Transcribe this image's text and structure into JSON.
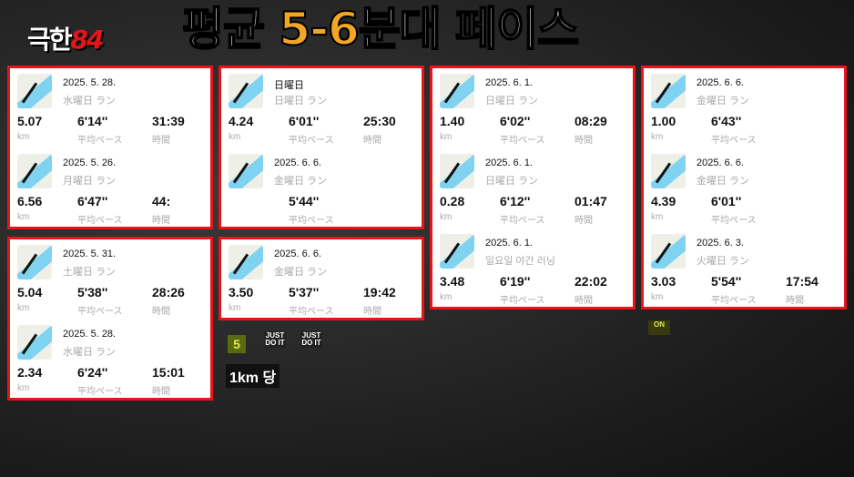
{
  "logo": {
    "text": "극한",
    "number": "84"
  },
  "caption": {
    "pre": "평균 ",
    "highlight": "5-6",
    "post": "분대 페이스"
  },
  "badge": "1km 당",
  "stickers": [
    "JUST DO IT",
    "JUST DO IT"
  ],
  "labels": {
    "km": "km",
    "pace": "平均ペース",
    "time": "時間"
  },
  "accent_color": "#e8141a",
  "cards": [
    {
      "entries": [
        {
          "date": "2025. 5. 28.",
          "day": "水曜日 ラン",
          "distance": "5.07",
          "pace": "6'14''",
          "time": "31:39"
        },
        {
          "date": "2025. 5. 26.",
          "day": "月曜日 ラン",
          "distance": "6.56",
          "pace": "6'47''",
          "time": "44:"
        }
      ]
    },
    {
      "entries": [
        {
          "date": "日曜日",
          "day": "日曜日 ラン",
          "distance": "4.24",
          "pace": "6'01''",
          "time": "25:30"
        },
        {
          "date": "2025. 6. 6.",
          "day": "金曜日 ラン",
          "distance": "",
          "pace": "5'44''",
          "time": ""
        }
      ]
    },
    {
      "entries": [
        {
          "date": "2025. 5. 31.",
          "day": "土曜日 ラン",
          "distance": "5.04",
          "pace": "5'38''",
          "time": "28:26"
        },
        {
          "date": "2025. 5. 28.",
          "day": "水曜日 ラン",
          "distance": "2.34",
          "pace": "6'24''",
          "time": "15:01"
        }
      ]
    },
    {
      "entries": [
        {
          "date": "2025. 6. 1.",
          "day": "日曜日 ラン",
          "distance": "1.40",
          "pace": "6'02''",
          "time": "08:29"
        },
        {
          "date": "2025. 6. 1.",
          "day": "日曜日 ラン",
          "distance": "0.28",
          "pace": "6'12''",
          "time": "01:47"
        },
        {
          "date": "2025. 6. 1.",
          "day": "일요일 야간 러닝",
          "distance": "3.48",
          "pace": "6'19''",
          "time": "22:02"
        }
      ]
    },
    {
      "entries": [
        {
          "date": "2025. 6. 6.",
          "day": "金曜日 ラン",
          "distance": "1.00",
          "pace": "6'43''",
          "time": ""
        },
        {
          "date": "2025. 6. 6.",
          "day": "金曜日 ラン",
          "distance": "4.39",
          "pace": "6'01''",
          "time": ""
        },
        {
          "date": "2025. 6. 3.",
          "day": "火曜日 ラン",
          "distance": "3.03",
          "pace": "5'54''",
          "time": "17:54"
        }
      ]
    },
    {
      "entries": [
        {
          "date": "2025. 6. 6.",
          "day": "金曜日 ラン",
          "distance": "3.50",
          "pace": "5'37''",
          "time": "19:42"
        }
      ]
    }
  ]
}
